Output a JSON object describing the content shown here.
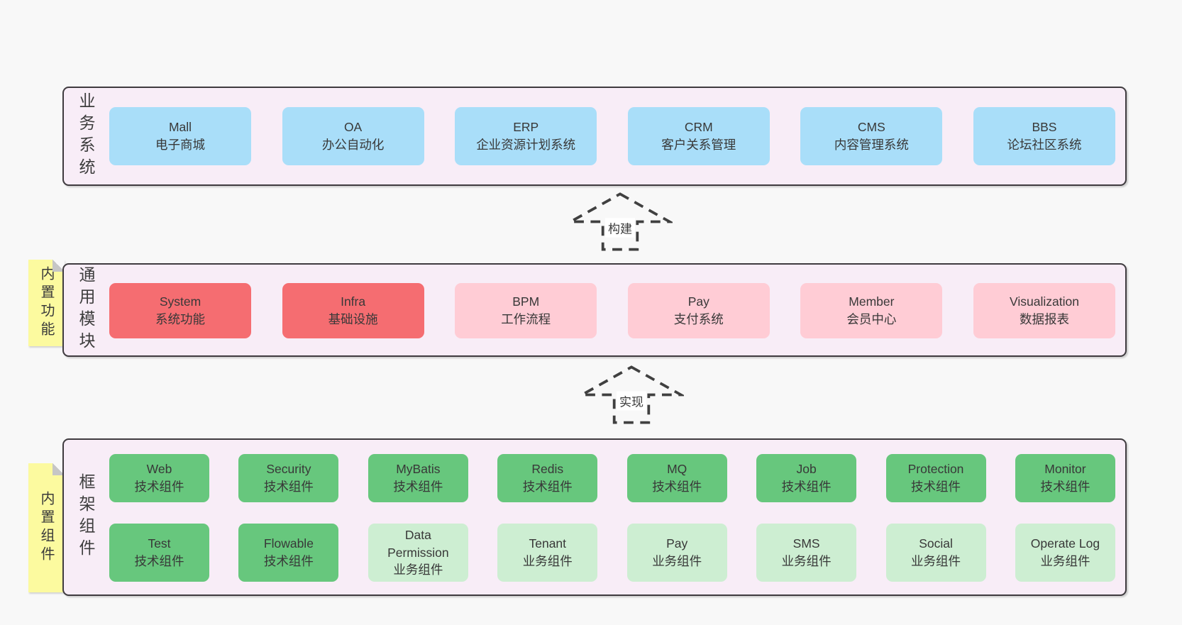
{
  "colors": {
    "bg": "#f8f8f8",
    "panel-bg": "#f8edf7",
    "panel-border": "#3f3b3f",
    "box-text": "#383838",
    "blue": "#a9def9",
    "red": "#f56d71",
    "pink": "#ffccd5",
    "green": "#67c77d",
    "green-light": "#cdeed2",
    "yellow": "#fcfa9f",
    "fold": "#c6c6c6",
    "arrow": "#404040",
    "label-bg": "#ffffff"
  },
  "arrows": [
    {
      "label": "构建"
    },
    {
      "label": "实现"
    }
  ],
  "bands": [
    {
      "label": "业务系统",
      "boxes": [
        {
          "title": "Mall",
          "subtitle": "电子商城",
          "variant": "blue"
        },
        {
          "title": "OA",
          "subtitle": "办公自动化",
          "variant": "blue"
        },
        {
          "title": "ERP",
          "subtitle": "企业资源计划系统",
          "variant": "blue"
        },
        {
          "title": "CRM",
          "subtitle": "客户关系管理",
          "variant": "blue"
        },
        {
          "title": "CMS",
          "subtitle": "内容管理系统",
          "variant": "blue"
        },
        {
          "title": "BBS",
          "subtitle": "论坛社区系统",
          "variant": "blue"
        }
      ]
    },
    {
      "label": "通用模块",
      "sticky": "内置功能",
      "boxes": [
        {
          "title": "System",
          "subtitle": "系统功能",
          "variant": "red"
        },
        {
          "title": "Infra",
          "subtitle": "基础设施",
          "variant": "red"
        },
        {
          "title": "BPM",
          "subtitle": "工作流程",
          "variant": "pink"
        },
        {
          "title": "Pay",
          "subtitle": "支付系统",
          "variant": "pink"
        },
        {
          "title": "Member",
          "subtitle": "会员中心",
          "variant": "pink"
        },
        {
          "title": "Visualization",
          "subtitle": "数据报表",
          "variant": "pink"
        }
      ]
    },
    {
      "label": "框架组件",
      "sticky": "内置组件",
      "row1": [
        {
          "title": "Web",
          "subtitle": "技术组件",
          "variant": "green"
        },
        {
          "title": "Security",
          "subtitle": "技术组件",
          "variant": "green"
        },
        {
          "title": "MyBatis",
          "subtitle": "技术组件",
          "variant": "green"
        },
        {
          "title": "Redis",
          "subtitle": "技术组件",
          "variant": "green"
        },
        {
          "title": "MQ",
          "subtitle": "技术组件",
          "variant": "green"
        },
        {
          "title": "Job",
          "subtitle": "技术组件",
          "variant": "green"
        },
        {
          "title": "Protection",
          "subtitle": "技术组件",
          "variant": "green"
        },
        {
          "title": "Monitor",
          "subtitle": "技术组件",
          "variant": "green"
        }
      ],
      "row2": [
        {
          "title": "Test",
          "subtitle": "技术组件",
          "variant": "green"
        },
        {
          "title": "Flowable",
          "subtitle": "技术组件",
          "variant": "green"
        },
        {
          "title": "Data Permission",
          "subtitle": "业务组件",
          "variant": "green-light"
        },
        {
          "title": "Tenant",
          "subtitle": "业务组件",
          "variant": "green-light"
        },
        {
          "title": "Pay",
          "subtitle": "业务组件",
          "variant": "green-light"
        },
        {
          "title": "SMS",
          "subtitle": "业务组件",
          "variant": "green-light"
        },
        {
          "title": "Social",
          "subtitle": "业务组件",
          "variant": "green-light"
        },
        {
          "title": "Operate Log",
          "subtitle": "业务组件",
          "variant": "green-light"
        }
      ]
    }
  ]
}
